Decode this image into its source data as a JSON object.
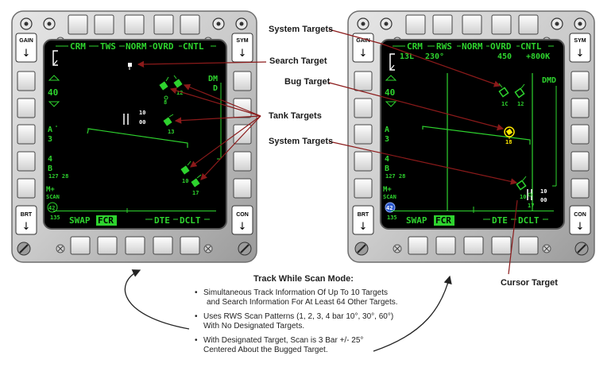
{
  "left_mfd": {
    "top_labels": [
      "CRM",
      "TWS",
      "NORM",
      "OVRD",
      "CNTL"
    ],
    "bottom_labels": [
      "SWAP",
      "FCR",
      "DTE",
      "DCLT"
    ],
    "right_labels": [
      "DM",
      "D"
    ],
    "range": "40",
    "bar_scan_a": "A",
    "bar_scan_a_val": "3",
    "bar_scan_b": "4",
    "bar_scan_b_val": "B",
    "elev_readout": "127  28",
    "mode_mplus": "M+",
    "scan": "SCAN",
    "circle_val": "42",
    "heading": "135",
    "target_labels": [
      "12",
      "8",
      "10",
      "00",
      "13",
      "10",
      "17"
    ]
  },
  "right_mfd": {
    "top_labels": [
      "CRM",
      "RWS",
      "NORM",
      "OVRD",
      "CNTL"
    ],
    "bottom_labels": [
      "SWAP",
      "FCR",
      "DTE",
      "DCLT"
    ],
    "top_left_readout": "13L",
    "bearing": "230°",
    "alt": "450",
    "closure": "+800K",
    "right_label": "DMD",
    "range": "40",
    "bar_scan_a": "A",
    "bar_scan_a_val": "3",
    "bar_scan_b": "4",
    "bar_scan_b_val": "B",
    "elev_readout": "127  28",
    "mode_mplus": "M+",
    "scan": "SCAN",
    "circle_val": "42",
    "heading": "135",
    "target_labels": [
      "1C",
      "12",
      "18",
      "10",
      "17"
    ]
  },
  "osb_labels": {
    "gain": "GAIN",
    "sym": "SYM",
    "brt": "BRT",
    "con": "CON"
  },
  "annotations": {
    "system_targets_top": "System Targets",
    "search_target": "Search Target",
    "bug_target": "Bug Target",
    "tank_targets": "Tank Targets",
    "system_targets_mid": "System Targets",
    "cursor_target": "Cursor Target"
  },
  "description": {
    "title": "Track While Scan Mode:",
    "bullets": [
      [
        "Simultaneous Track Information Of Up To 10 Targets",
        "and Search Information For At Least 64 Other Targets."
      ],
      [
        "Uses RWS Scan Patterns (1, 2, 3, 4 bar  10°, 30°, 60°)",
        "With No Designated Targets."
      ],
      [
        "With Designated Target, Scan is 3 Bar +/- 25°",
        "Centered About the Bugged Target."
      ]
    ]
  },
  "colors": {
    "symbology": "#2ed32e",
    "bug": "#ffe800",
    "annotation_line": "#8b1a1a",
    "bezel": "#cfcfcf",
    "screen": "#000000",
    "arc": "#222222"
  }
}
